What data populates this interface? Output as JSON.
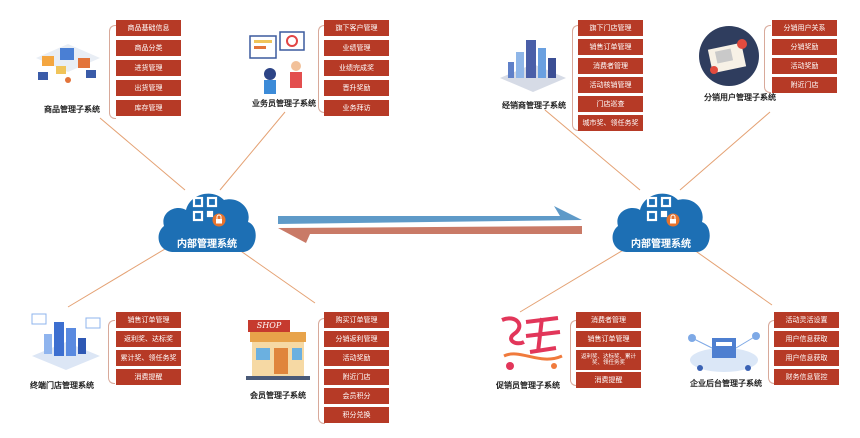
{
  "colors": {
    "cloud": "#1d6fb4",
    "function_box": "#b63a26",
    "connector": "#e4a173",
    "arrow_right": "#5f9ac8",
    "arrow_left": "#c97a67"
  },
  "hubs": {
    "left": {
      "label": "内部管理系统"
    },
    "right": {
      "label": "内部管理系统"
    }
  },
  "subsystems": {
    "product": {
      "name": "商品管理子系统",
      "items": [
        "商品基础信息",
        "商品分类",
        "进货管理",
        "出货管理",
        "库存管理"
      ]
    },
    "salesman": {
      "name": "业务员管理子系统",
      "items": [
        "旗下客户管理",
        "业绩管理",
        "业绩完成奖",
        "晋升奖励",
        "业务拜访"
      ]
    },
    "terminal": {
      "name": "终端门店管理系统",
      "items": [
        "销售订单管理",
        "返利奖、达标奖",
        "累计奖、领任务奖",
        "消费提醒"
      ]
    },
    "member": {
      "name": "会员管理子系统",
      "shop_sign": "SHOP",
      "items": [
        "购买订单管理",
        "分销返利管理",
        "活动奖励",
        "附近门店",
        "会员积分",
        "积分兑换"
      ]
    },
    "dealer": {
      "name": "经销商管理子系统",
      "items": [
        "旗下门店管理",
        "销售订单管理",
        "消费者管理",
        "活动核销管理",
        "门店巡查",
        "城市奖、领任务奖"
      ]
    },
    "distributor": {
      "name": "分销用户管理子系统",
      "items": [
        "分销用户关系",
        "分销奖励",
        "活动奖励",
        "附近门店"
      ]
    },
    "promoter": {
      "name": "促销员管理子系统",
      "items": [
        "消费者管理",
        "销售订单管理",
        "返利奖、达标奖、累计奖、领任务奖",
        "消费提醒"
      ]
    },
    "backend": {
      "name": "企业后台管理子系统",
      "items": [
        "活动灵活设置",
        "用户信息获取",
        "用户信息获取",
        "财务信息管控"
      ]
    }
  }
}
